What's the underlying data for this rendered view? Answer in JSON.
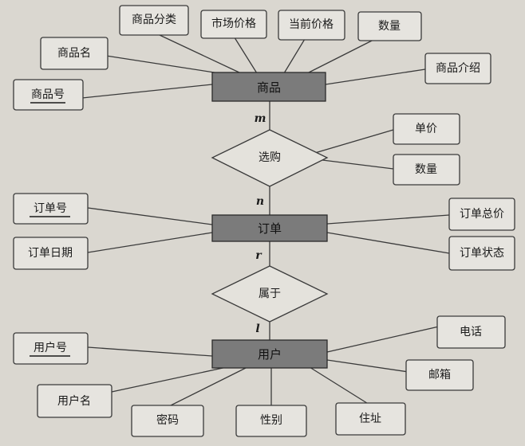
{
  "entities": {
    "product": "商品",
    "order": "订单",
    "user": "用户"
  },
  "relationships": {
    "select": "选购",
    "belong": "属于"
  },
  "cardinality": {
    "product_side": "m",
    "order_select_side": "n",
    "order_belong_side": "r",
    "user_side": "l"
  },
  "product_attributes": {
    "id": "商品号",
    "name": "商品名",
    "category": "商品分类",
    "market_price": "市场价格",
    "current_price": "当前价格",
    "quantity": "数量",
    "intro": "商品介绍"
  },
  "select_attributes": {
    "unit_price": "单价",
    "quantity": "数量"
  },
  "order_attributes": {
    "id": "订单号",
    "date": "订单日期",
    "total": "订单总价",
    "status": "订单状态"
  },
  "user_attributes": {
    "id": "用户号",
    "name": "用户名",
    "password": "密码",
    "gender": "性别",
    "address": "住址",
    "email": "邮箱",
    "phone": "电话"
  }
}
